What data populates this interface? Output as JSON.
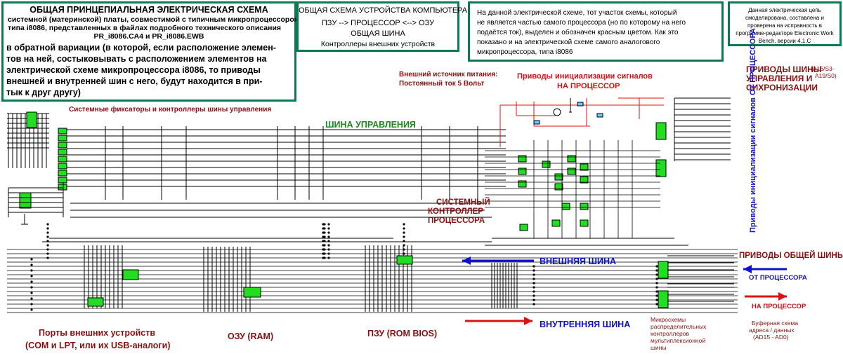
{
  "intro_box": {
    "title": "ОБЩАЯ ПРИНЦЕПИАЛЬНАЯ ЭЛЕКТРИЧЕСКАЯ СХЕМА",
    "sub1": "системной (материнской) платы, совместимой с типичным микропроцессором,",
    "sub2": "типа i8086, представленных в файлах подробного технического описания",
    "files": "PR_i8086.CA4  и  PR_i8086.EWB",
    "body1": "в обратной вариации (в которой, если расположение элемен-",
    "body2": "тов на ней, состыковывать с расположением элементов на",
    "body3": "электрической схеме микропроцессора i8086, то приводы",
    "body4": "внешней и внутренней шин с него, будут находится в при-",
    "body5": "тык к друг другу)"
  },
  "scheme_box": {
    "title": "ОБЩАЯ СХЕМА УСТРОЙСТВА КОМПЬЮТЕРА:",
    "line1": "ПЗУ  -->  ПРОЦЕССОР  <-->  ОЗУ",
    "line2": "ОБЩАЯ  ШИНА",
    "line3": "Контроллеры внешних устройств"
  },
  "note_box": {
    "line1": "На данной электрической схеме,  тот участок схемы, который",
    "line2": "не является частью самого процессора (но по которому на него",
    "line3": "подаётся ток), выделен и обозначен красным цветом. Как это",
    "line4": "показано и на электрической схеме самого аналогового",
    "line5": "микропроцессора, типа i8086"
  },
  "ewb_box": {
    "line1": "Данная электрическая цепь",
    "line2": "смоделирована, составлена и",
    "line3": "проверена на исправность в",
    "line4": "программе-редакторе Electronic Work",
    "line5": "Bench, версии 4.1.С"
  },
  "labels": {
    "power1": "Внешний источник питания:",
    "power2": "Постоянный ток  5  Вольт",
    "init1": "Приводы  инициализации  сигналов",
    "init2": "НА ПРОЦЕССОР",
    "bus_ctrl1": "ПРИВОДЫ  ШИНЫ",
    "bus_ctrl2": "УПРАВЛЕНИЯ  И",
    "bus_ctrl3": "СИХРОНИЗАЦИИ",
    "bus_ctrl_note": "(A16/S3-",
    "bus_ctrl_note2": "A19/S0)",
    "sys_fix": "Системные фиксаторы  и  контроллеры шины управления",
    "ctrl_bus": "ШИНА  УПРАВЛЕНИЯ",
    "vertical_init": "Приводы  инициализации сигналов  ОТ ПРОЦЕССОРА",
    "sys_ctrl1": "СИСТЕМНЫЙ",
    "sys_ctrl2": "КОНТРОЛЛЕР",
    "sys_ctrl3": "ПРОЦЕССОРА",
    "ext_bus": "ВНЕШНЯЯ   ШИНА",
    "int_bus": "ВНУТРЕННЯЯ   ШИНА",
    "gen_bus": "ПРИВОДЫ  ОБЩЕЙ  ШИНЫ",
    "from_cpu": "ОТ  ПРОЦЕССОРА",
    "to_cpu": "НА  ПРОЦЕССОР",
    "ports1": "Порты  внешних  устройств",
    "ports2": "(COM  и  LPT,  или  их  USB-аналоги)",
    "ram": "ОЗУ  (RAM)",
    "rom": "ПЗУ  (ROM  BIOS)",
    "mux1": "Микросхемы",
    "mux2": "распределительных",
    "mux3": "контроллеров",
    "mux4": "мультиплексионной",
    "mux5": "шины",
    "buf1": "Буферная  схема",
    "buf2": "адреса / данных",
    "buf3": "(AD15 - AD0)"
  }
}
